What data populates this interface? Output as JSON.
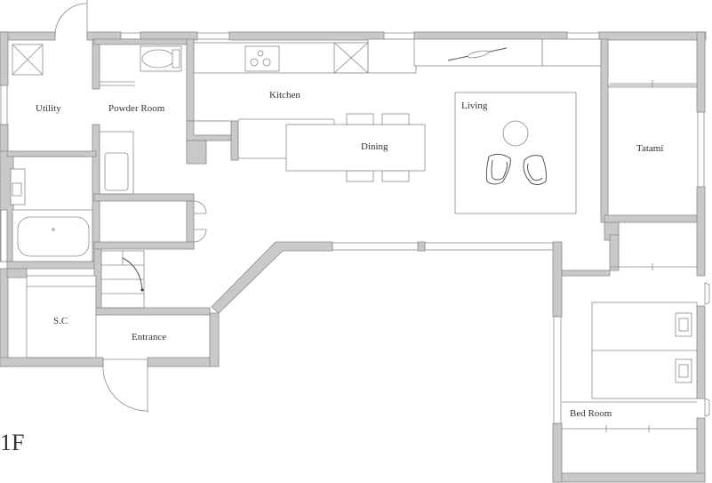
{
  "floor_label": "1F",
  "rooms": {
    "utility": "Utility",
    "powder_room": "Powder Room",
    "kitchen": "Kitchen",
    "living": "Living",
    "dining": "Dining",
    "tatami": "Tatami",
    "sc": "S.C",
    "entrance": "Entrance",
    "bed_room": "Bed Room"
  },
  "colors": {
    "wall_fill": "#c9c9c9",
    "line": "#8a8a8a",
    "text": "#333333",
    "background": "#ffffff"
  }
}
